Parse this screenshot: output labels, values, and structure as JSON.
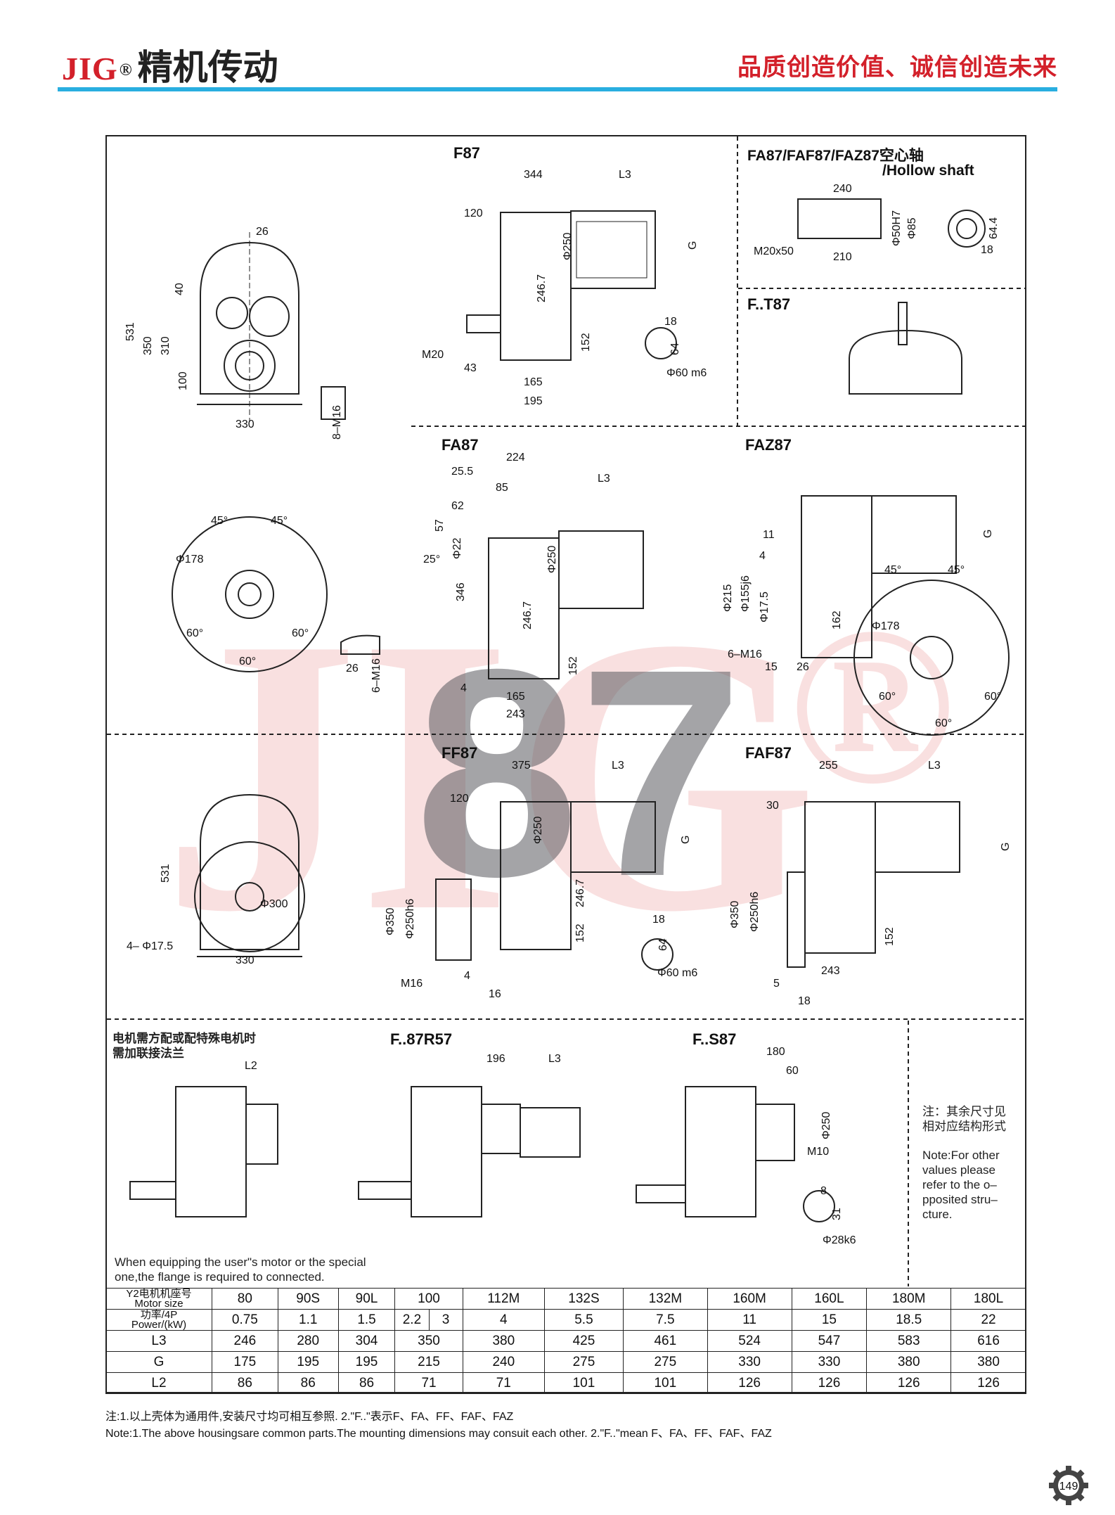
{
  "header": {
    "brand_latin": "JIG",
    "brand_reg": "®",
    "brand_cn": "精机传动",
    "slogan": "品质创造价值、诚信创造未来"
  },
  "colors": {
    "accent_red": "#d3202a",
    "accent_blue": "#29aee0"
  },
  "sections": {
    "f87": "F87",
    "hollow": "FA87/FAF87/FAZ87空心轴",
    "hollow_en": "/Hollow shaft",
    "ft87": "F..T87",
    "fa87": "FA87",
    "faz87": "FAZ87",
    "ff87": "FF87",
    "faf87": "FAF87",
    "r57": "F..87R57",
    "s87": "F..S87",
    "motor_note_cn_1": "电机需方配或配特殊电机时",
    "motor_note_cn_2": "需加联接法兰",
    "motor_note_en_1": "When equipping the user\"s motor or the special",
    "motor_note_en_2": "one,the flange is required to connected.",
    "side_note_cn_1": "注：其余尺寸见",
    "side_note_cn_2": "相对应结构形式",
    "side_note_en_1": "Note:For other",
    "side_note_en_2": "values please",
    "side_note_en_3": "refer to the o–",
    "side_note_en_4": "pposited stru–",
    "side_note_en_5": "cture."
  },
  "dims": {
    "d26": "26",
    "d40": "40",
    "d531": "531",
    "d350": "350",
    "d310": "310",
    "d100": "100",
    "d330": "330",
    "m16x8": "8–M16",
    "d344": "344",
    "l3": "L3",
    "d120": "120",
    "d250": "Φ250",
    "g": "G",
    "d2467": "246.7",
    "m20": "M20",
    "d43": "43",
    "d165": "165",
    "d195": "195",
    "d152": "152",
    "d18": "18",
    "d64": "64",
    "d60m6": "Φ60 m6",
    "d240": "240",
    "d210": "210",
    "m20x50": "M20x50",
    "d50h7": "Φ50H7",
    "d85": "Φ85",
    "d644": "64.4",
    "d224": "224",
    "d255": "25.5",
    "d85b": "85",
    "d62": "62",
    "d57": "57",
    "d25deg": "25°",
    "d22": "Φ22",
    "d346": "346",
    "d4": "4",
    "d243": "243",
    "deg45": "45°",
    "deg60": "60°",
    "d178": "Φ178",
    "m16x6": "6–M16",
    "d11": "11",
    "d215": "Φ215",
    "d155j6": "Φ155j6",
    "d175": "Φ17.5",
    "d162": "162",
    "d15": "15",
    "d375": "375",
    "d350b": "Φ350",
    "d250h6": "Φ250h6",
    "m16": "M16",
    "d16": "16",
    "d300": "Φ300",
    "d4x175": "4– Φ17.5",
    "d255b": "255",
    "d30": "30",
    "d5": "5",
    "l2": "L2",
    "d196": "196",
    "d180": "180",
    "d60": "60",
    "m10": "M10",
    "d8": "8",
    "d31": "31",
    "d28k6": "Φ28k6"
  },
  "watermark": {
    "brand": "JIG",
    "model": "87",
    "reg": "®"
  },
  "table": {
    "rows": [
      {
        "head1": "Y2电机机座号",
        "head2": "Motor size",
        "cells": [
          "80",
          "90S",
          "90L",
          "100",
          "112M",
          "132S",
          "132M",
          "160M",
          "160L",
          "180M",
          "180L"
        ]
      },
      {
        "head1": "功率/4P",
        "head2": "Power/(kW)",
        "cells": [
          "0.75",
          "1.1",
          "1.5",
          "2.2",
          "3",
          "4",
          "5.5",
          "7.5",
          "11",
          "15",
          "18.5",
          "22"
        ]
      },
      {
        "head1": "L3",
        "cells": [
          "246",
          "280",
          "304",
          "350",
          "380",
          "425",
          "461",
          "524",
          "547",
          "583",
          "616"
        ]
      },
      {
        "head1": "G",
        "cells": [
          "175",
          "195",
          "195",
          "215",
          "240",
          "275",
          "275",
          "330",
          "330",
          "380",
          "380"
        ]
      },
      {
        "head1": "L2",
        "cells": [
          "86",
          "86",
          "86",
          "71",
          "71",
          "101",
          "101",
          "126",
          "126",
          "126",
          "126"
        ]
      }
    ]
  },
  "footer": {
    "note_cn": "注:1.以上壳体为通用件,安装尺寸均可相互参照.   2.\"F..\"表示F、FA、FF、FAF、FAZ",
    "note_en": "Note:1.The above housingsare common parts.The mounting dimensions may consuit each other.    2.\"F..\"mean F、FA、FF、FAF、FAZ",
    "page": "149"
  }
}
